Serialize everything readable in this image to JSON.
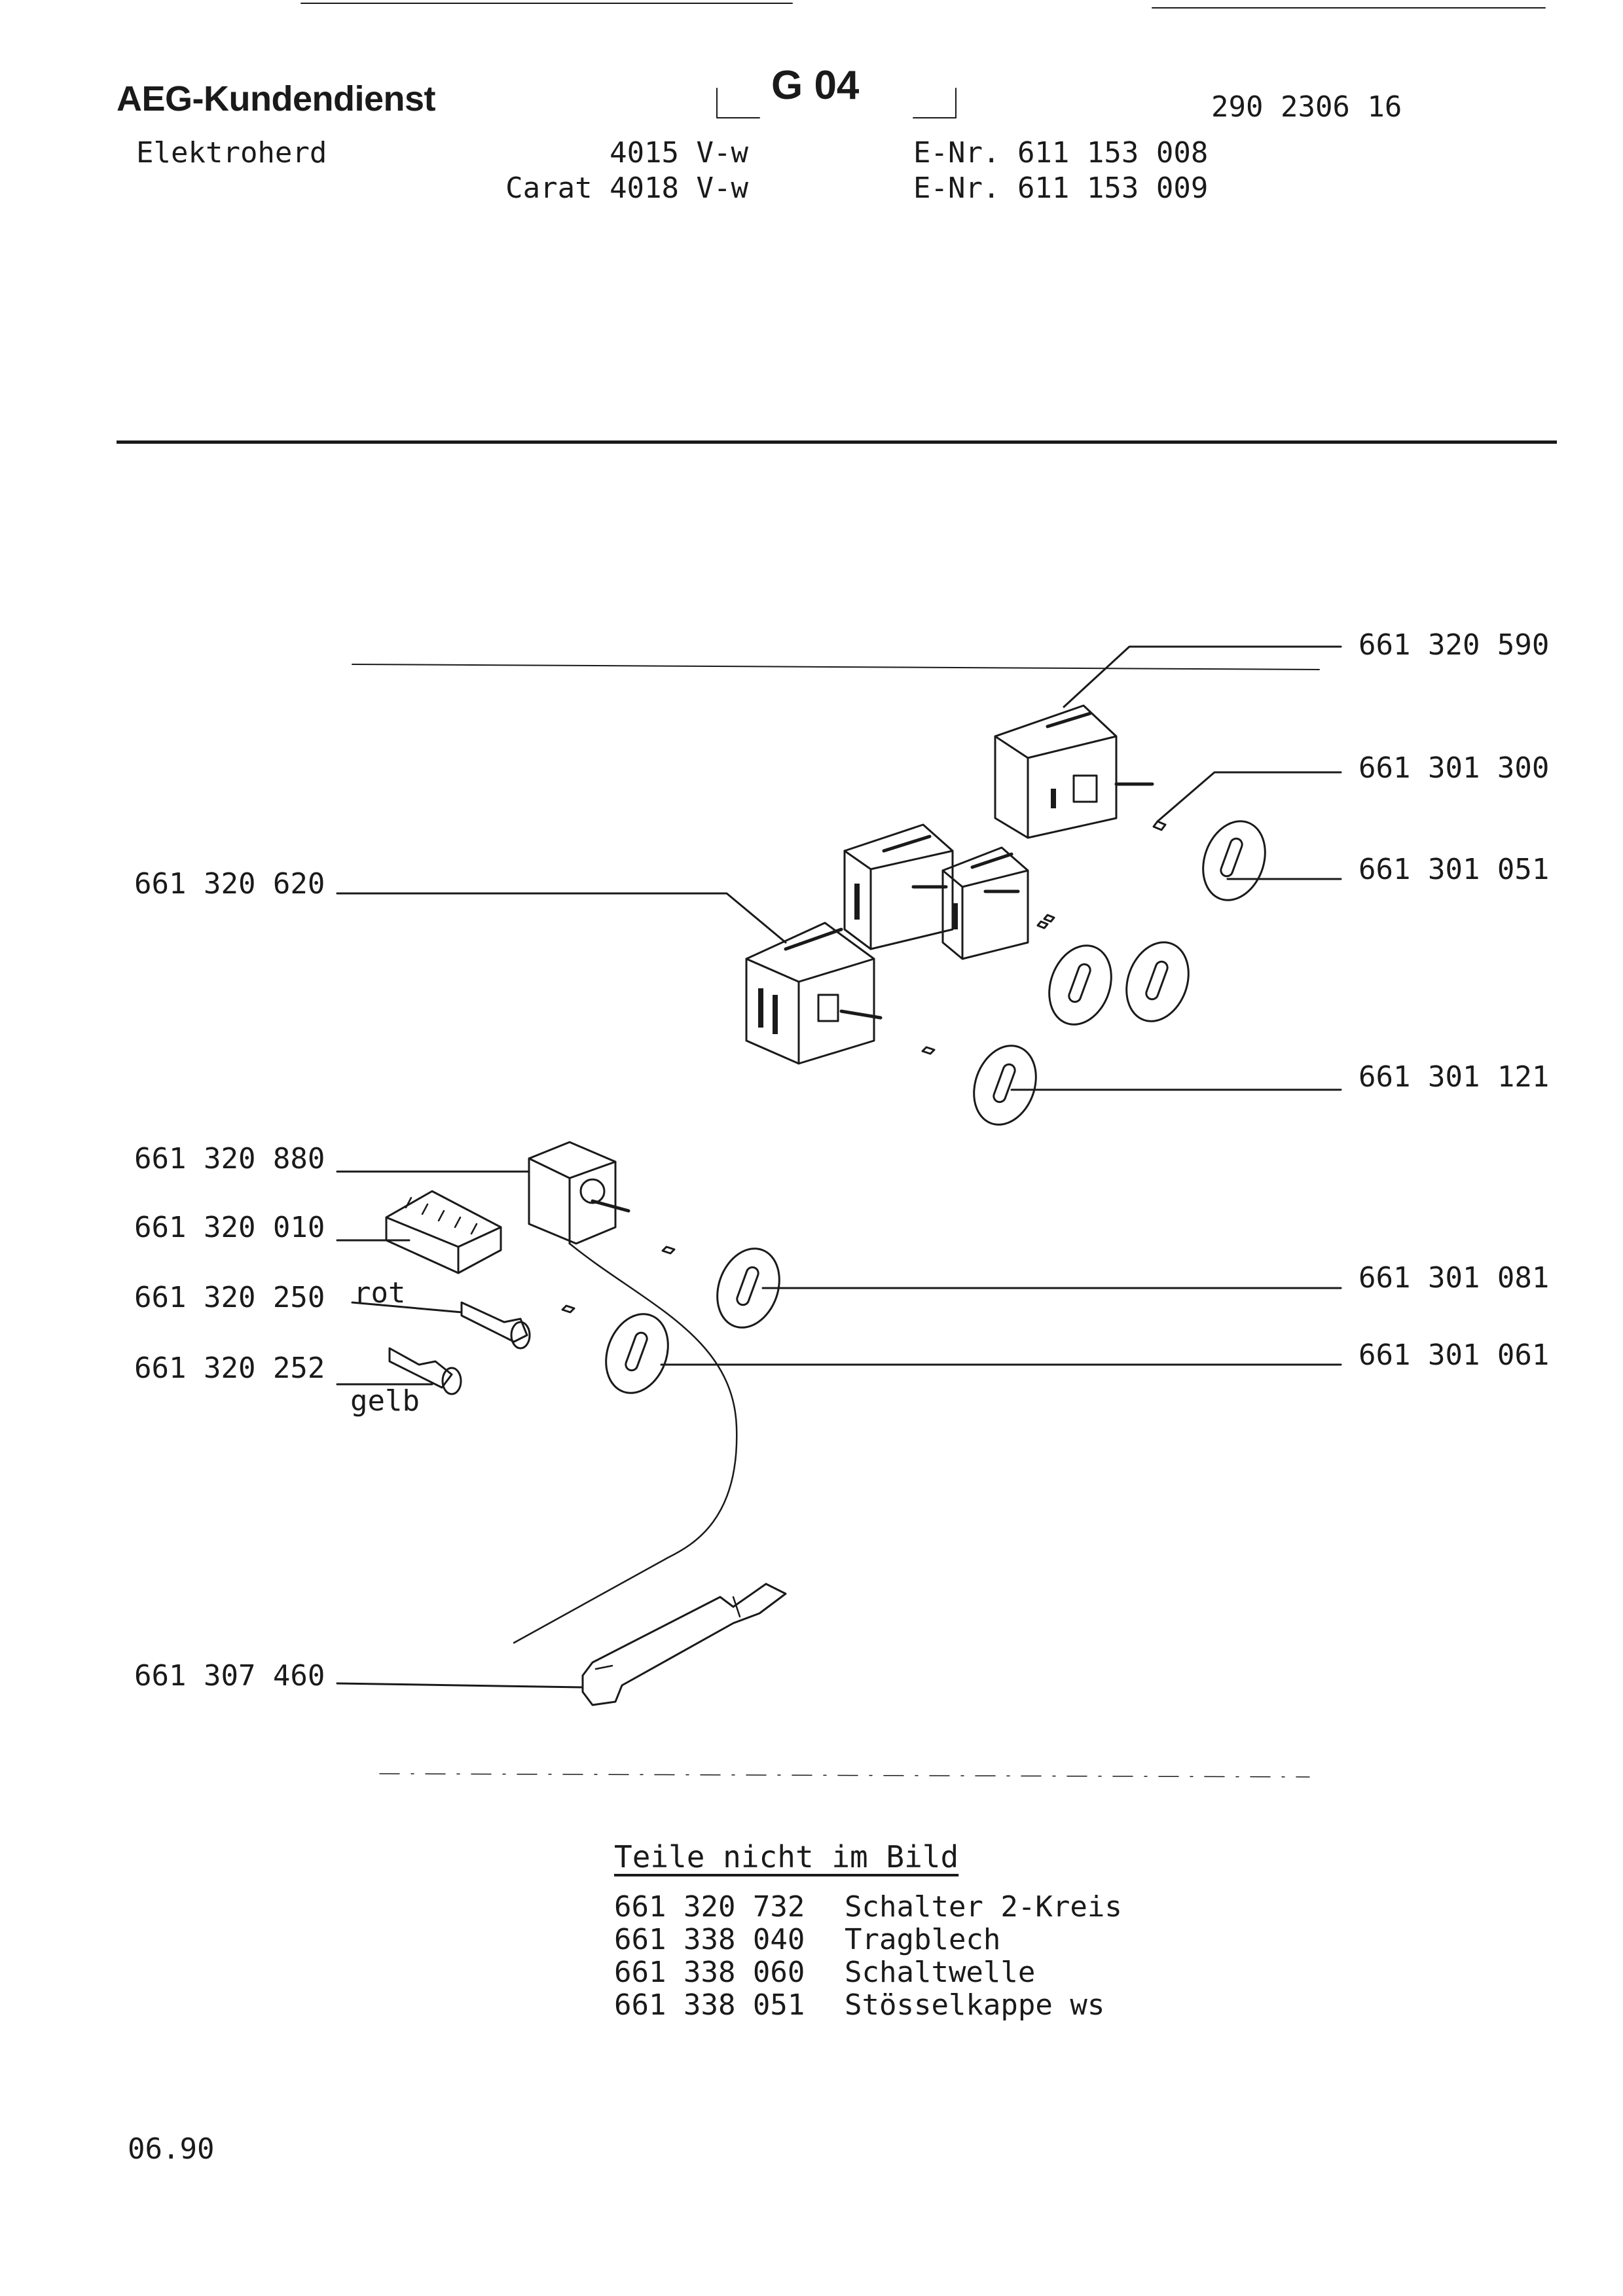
{
  "header": {
    "brand": "AEG-Kundendienst",
    "group_code": "G 04",
    "document_number": "290 2306 16",
    "appliance": "Elektroherd",
    "models": [
      {
        "model": "4015 V-w",
        "enr": "E-Nr. 611 153 008"
      },
      {
        "model": "Carat 4018 V-w",
        "enr": "E-Nr. 611 153 009"
      }
    ]
  },
  "diagram": {
    "parts": [
      {
        "number": "661 320 590"
      },
      {
        "number": "661 301 300"
      },
      {
        "number": "661 301 051"
      },
      {
        "number": "661 320 620"
      },
      {
        "number": "661 301 121"
      },
      {
        "number": "661 320 880"
      },
      {
        "number": "661 320 010"
      },
      {
        "number": "661 320 250",
        "note": "rot"
      },
      {
        "number": "661 301 081"
      },
      {
        "number": "661 320 252",
        "note": "gelb"
      },
      {
        "number": "661 301 061"
      },
      {
        "number": "661 307 460"
      }
    ]
  },
  "not_shown": {
    "title": "Teile nicht im Bild",
    "items": [
      {
        "number": "661 320 732",
        "name": "Schalter 2-Kreis"
      },
      {
        "number": "661 338 040",
        "name": "Tragblech"
      },
      {
        "number": "661 338 060",
        "name": "Schaltwelle"
      },
      {
        "number": "661 338 051",
        "name": "Stösselkappe ws"
      }
    ]
  },
  "footer": {
    "date": "06.90"
  }
}
